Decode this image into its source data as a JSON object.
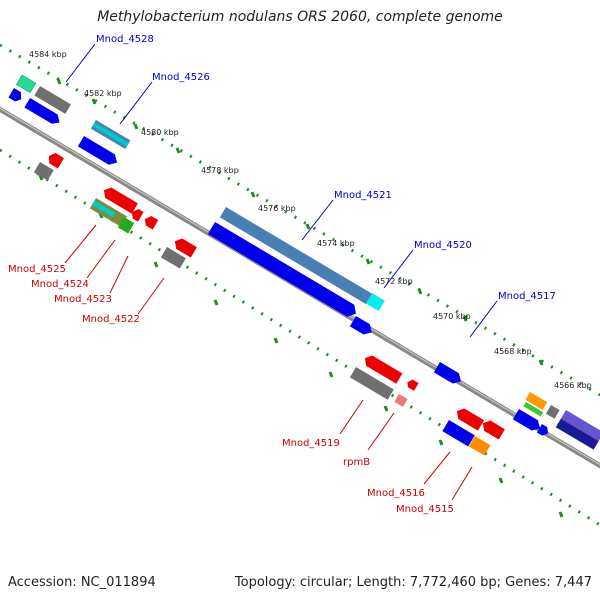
{
  "title": "Methylobacterium nodulans ORS 2060, complete genome",
  "accession": "Accession: NC_011894",
  "stats": "Topology: circular; Length: 7,772,460 bp; Genes: 7,447",
  "colors": {
    "blue_label": "#0000cc",
    "red_label": "#cc0000",
    "forward_gene": "#0000ee",
    "reverse_gene": "#ee0000",
    "scale_dots": "#228b22",
    "backbone": "#888888"
  },
  "scale": [
    "4584 kbp",
    "4582 kbp",
    "4580 kbp",
    "4578 kbp",
    "4576 kbp",
    "4574 kbp",
    "4572 kbp",
    "4570 kbp",
    "4568 kbp",
    "4566 kbp"
  ],
  "labels_top": [
    "Mnod_4528",
    "Mnod_4526",
    "Mnod_4521",
    "Mnod_4520",
    "Mnod_4517"
  ],
  "labels_bottom": [
    "Mnod_4525",
    "Mnod_4524",
    "Mnod_4523",
    "Mnod_4522",
    "Mnod_4519",
    "rpmB",
    "Mnod_4516",
    "Mnod_4515"
  ]
}
